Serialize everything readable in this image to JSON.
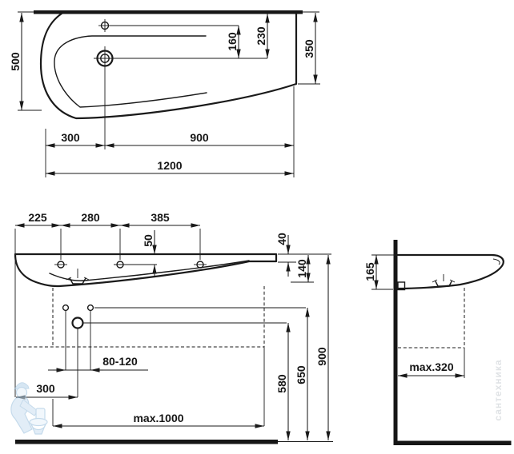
{
  "drawing": {
    "kind": "washbasin technical dimension drawing",
    "background": "#ffffff",
    "line_color": "#1a1a1a",
    "watermark_blue": "#aecde6"
  },
  "top_view": {
    "depth": "500",
    "faucet_to_drain": "160",
    "wall_to_drain": "230",
    "right_depth": "350",
    "edge_to_drain": "300",
    "drain_to_edge": "900",
    "total_width": "1200"
  },
  "front_view": {
    "hole_spacing_left": "225",
    "hole_spacing_mid": "280",
    "hole_spacing_right": "385",
    "rim_to_holes": "50",
    "rim_thickness": "40",
    "basin_depth": "140",
    "fixing_bolt_span": "80-120",
    "edge_to_trap": "300",
    "trap_offset_max": "max.1000",
    "trap_height": "580",
    "fixing_height": "650",
    "rim_height": "900"
  },
  "side_view": {
    "rim_to_underside": "165",
    "projection_max": "max.320"
  },
  "watermark": {
    "vertical_text": "сантехника"
  }
}
